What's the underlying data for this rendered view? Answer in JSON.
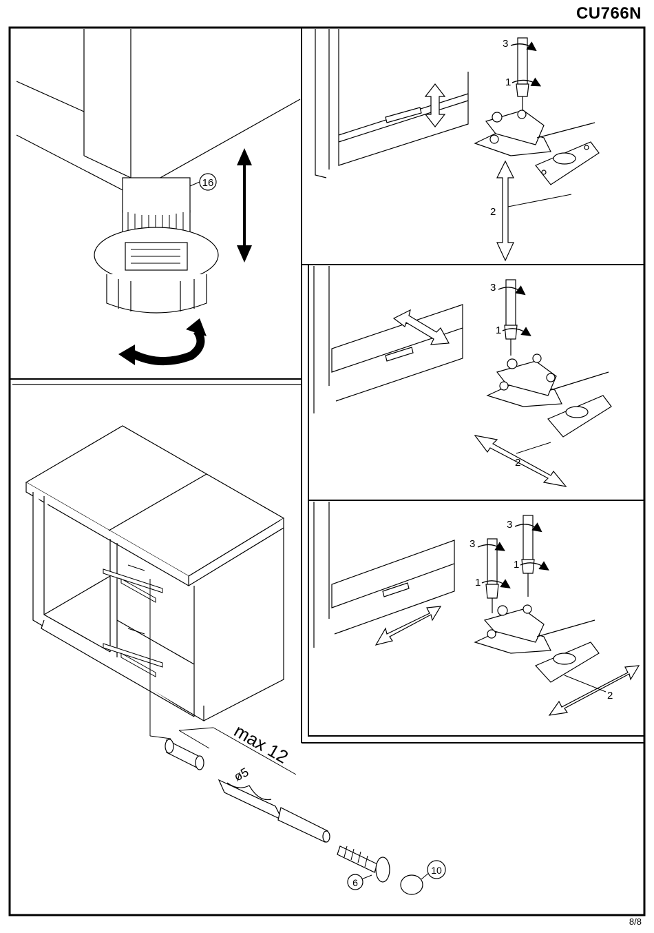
{
  "header": {
    "code": "CU766N"
  },
  "footer": {
    "page": "8/8"
  },
  "panels": {
    "leg": {
      "part_number": "16"
    },
    "hinge_vertical": {
      "step1": "1",
      "step2": "2",
      "step3": "3"
    },
    "hinge_depth": {
      "step1": "1",
      "step2": "2",
      "step3": "3"
    },
    "hinge_side": {
      "step1a": "1",
      "step1b": "1",
      "step2": "2",
      "step3a": "3",
      "step3b": "3"
    },
    "cabinet_join": {
      "max_label": "max 12",
      "drill_label": "ø5",
      "part_screw": "6",
      "part_cap": "10"
    }
  },
  "icons": [
    "adjust-arrow-vertical-icon",
    "rotate-arrow-icon",
    "adjust-arrow-horizontal-icon",
    "screwdriver-icon",
    "hinge-icon",
    "drill-bit-icon",
    "screw-icon",
    "cap-icon"
  ]
}
